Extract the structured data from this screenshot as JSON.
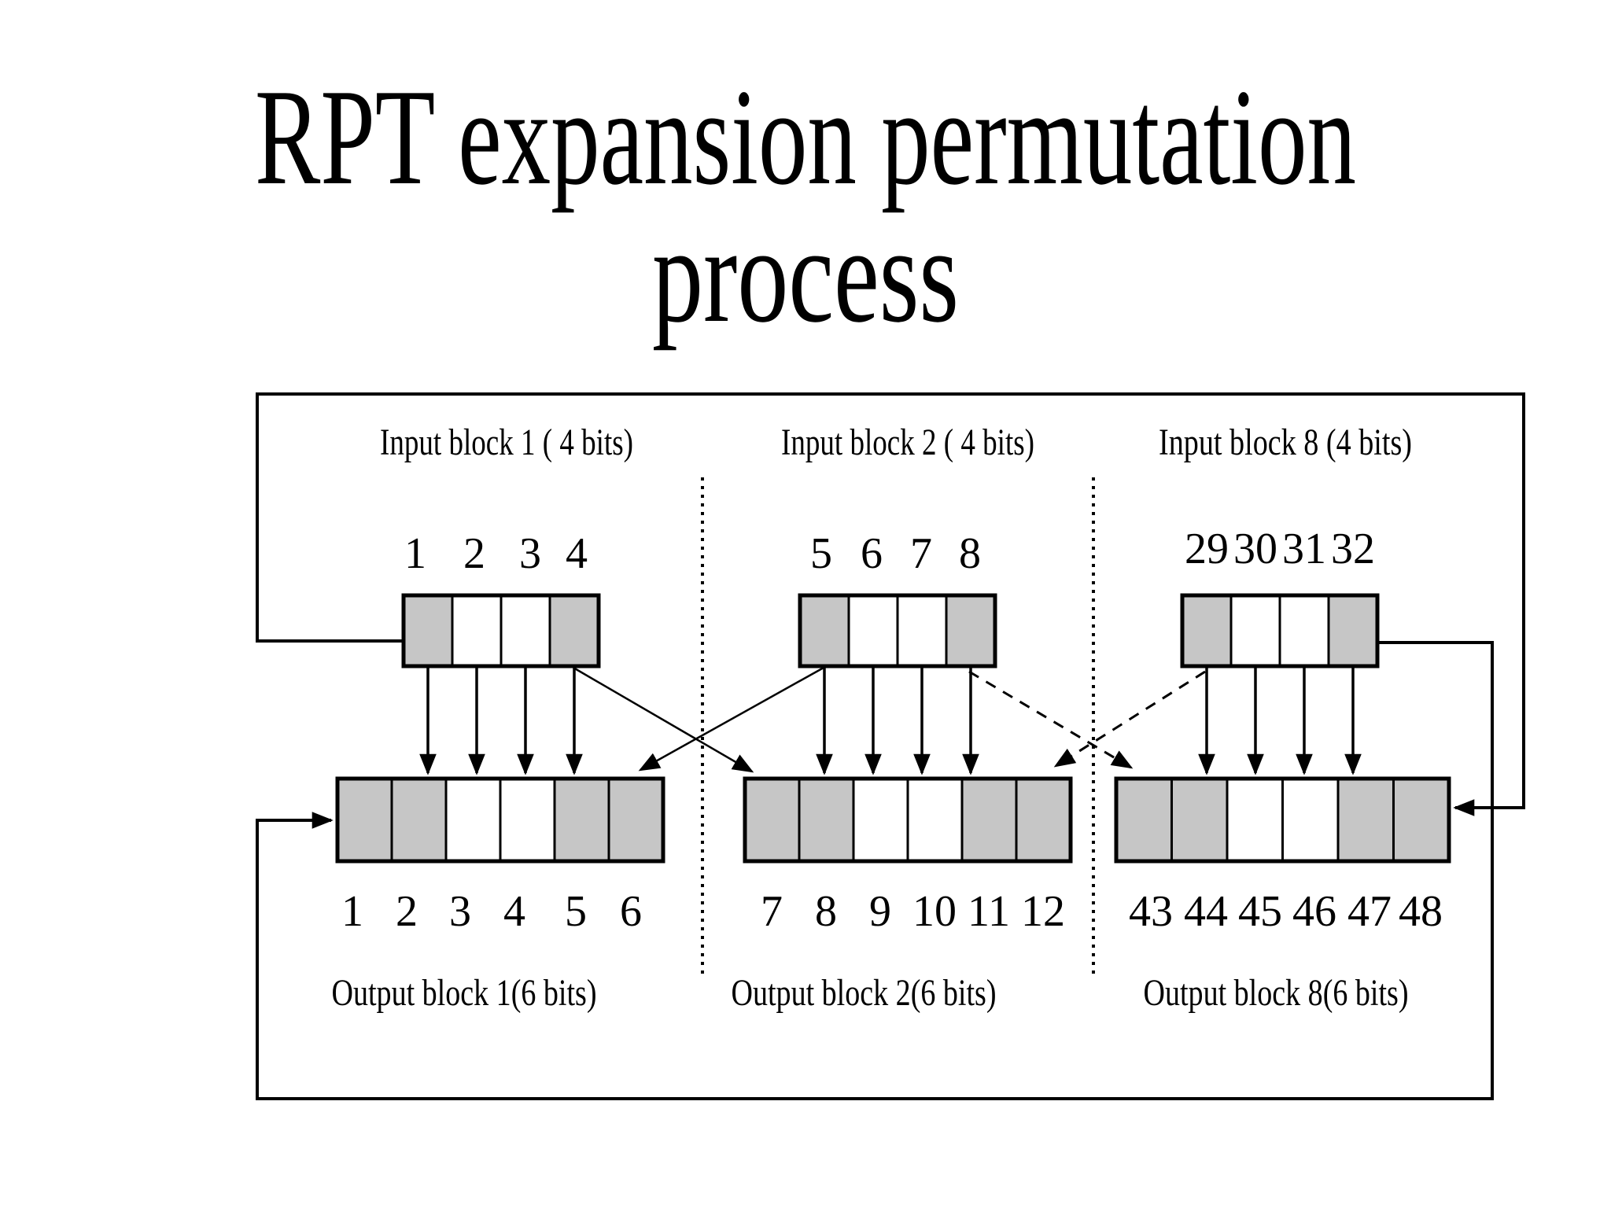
{
  "slide": {
    "title_line1": "RPT expansion permutation",
    "title_line2": "process"
  },
  "diagram": {
    "input_blocks": [
      {
        "label": "Input block 1 ( 4 bits)",
        "bits": [
          "1",
          "2",
          "3",
          "4"
        ]
      },
      {
        "label": "Input block 2 ( 4 bits)",
        "bits": [
          "5",
          "6",
          "7",
          "8"
        ]
      },
      {
        "label": "Input block 8 (4 bits)",
        "bits": [
          "29",
          "30",
          "31",
          "32"
        ]
      }
    ],
    "output_blocks": [
      {
        "label": "Output block 1(6 bits)",
        "bits": [
          "1",
          "2",
          "3",
          "4",
          "5",
          "6"
        ]
      },
      {
        "label": "Output block 2(6 bits)",
        "bits": [
          "7",
          "8",
          "9",
          "10",
          "11",
          "12"
        ]
      },
      {
        "label": "Output block 8(6 bits)",
        "bits": [
          "43",
          "44",
          "45",
          "46",
          "47",
          "48"
        ]
      }
    ],
    "colors": {
      "cell_shaded": "#c6c6c6",
      "cell_unshaded": "#ffffff",
      "line": "#000000",
      "background": "#ffffff"
    }
  }
}
